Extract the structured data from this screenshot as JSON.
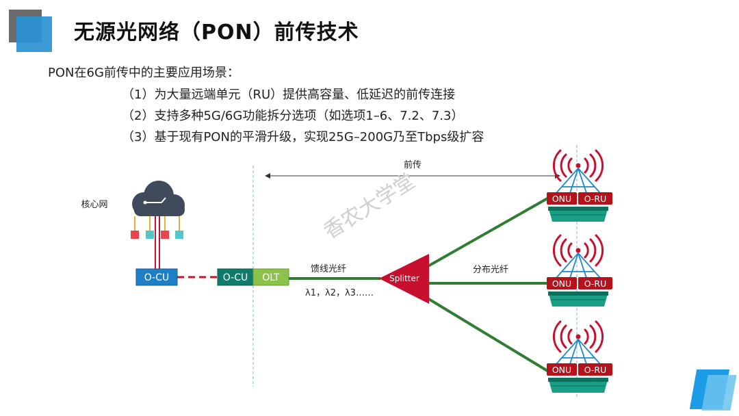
{
  "title": "无源光网络（PON）前传技术",
  "intro": "PON在6G前传中的主要应用场景：",
  "items": [
    "（1）为大量远端单元（RU）提供高容量、低延迟的前传连接",
    "（2）支持多种5G/6G功能拆分选项（如选项1–6、7.2、7.3）",
    "（3）基于现有PON的平滑升级，实现25G–200G乃至Tbps级扩容"
  ],
  "diagram": {
    "core_network_label": "核心网",
    "ocu_left": "O-CU",
    "ocu_right": "O-CU",
    "olt": "OLT",
    "feeder_fiber": "馈线光纤",
    "wavelengths": "λ1，λ2，λ3……",
    "splitter": "Splitter",
    "distribution_fiber": "分布光纤",
    "fronthaul": "前传",
    "onu_label": "ONU",
    "oru_label": "O-RU",
    "watermark": "香农大学堂"
  },
  "colors": {
    "accent_blue": "#2a93d5",
    "fiber_green": "#2e7d32",
    "splitter_red": "#c8102e",
    "ocu_blue": "#1e7fc4",
    "ocu_teal": "#0f7b6c",
    "olt_green": "#8bc34a",
    "onu_red": "#b5121b",
    "platform_teal": "#17a085"
  }
}
